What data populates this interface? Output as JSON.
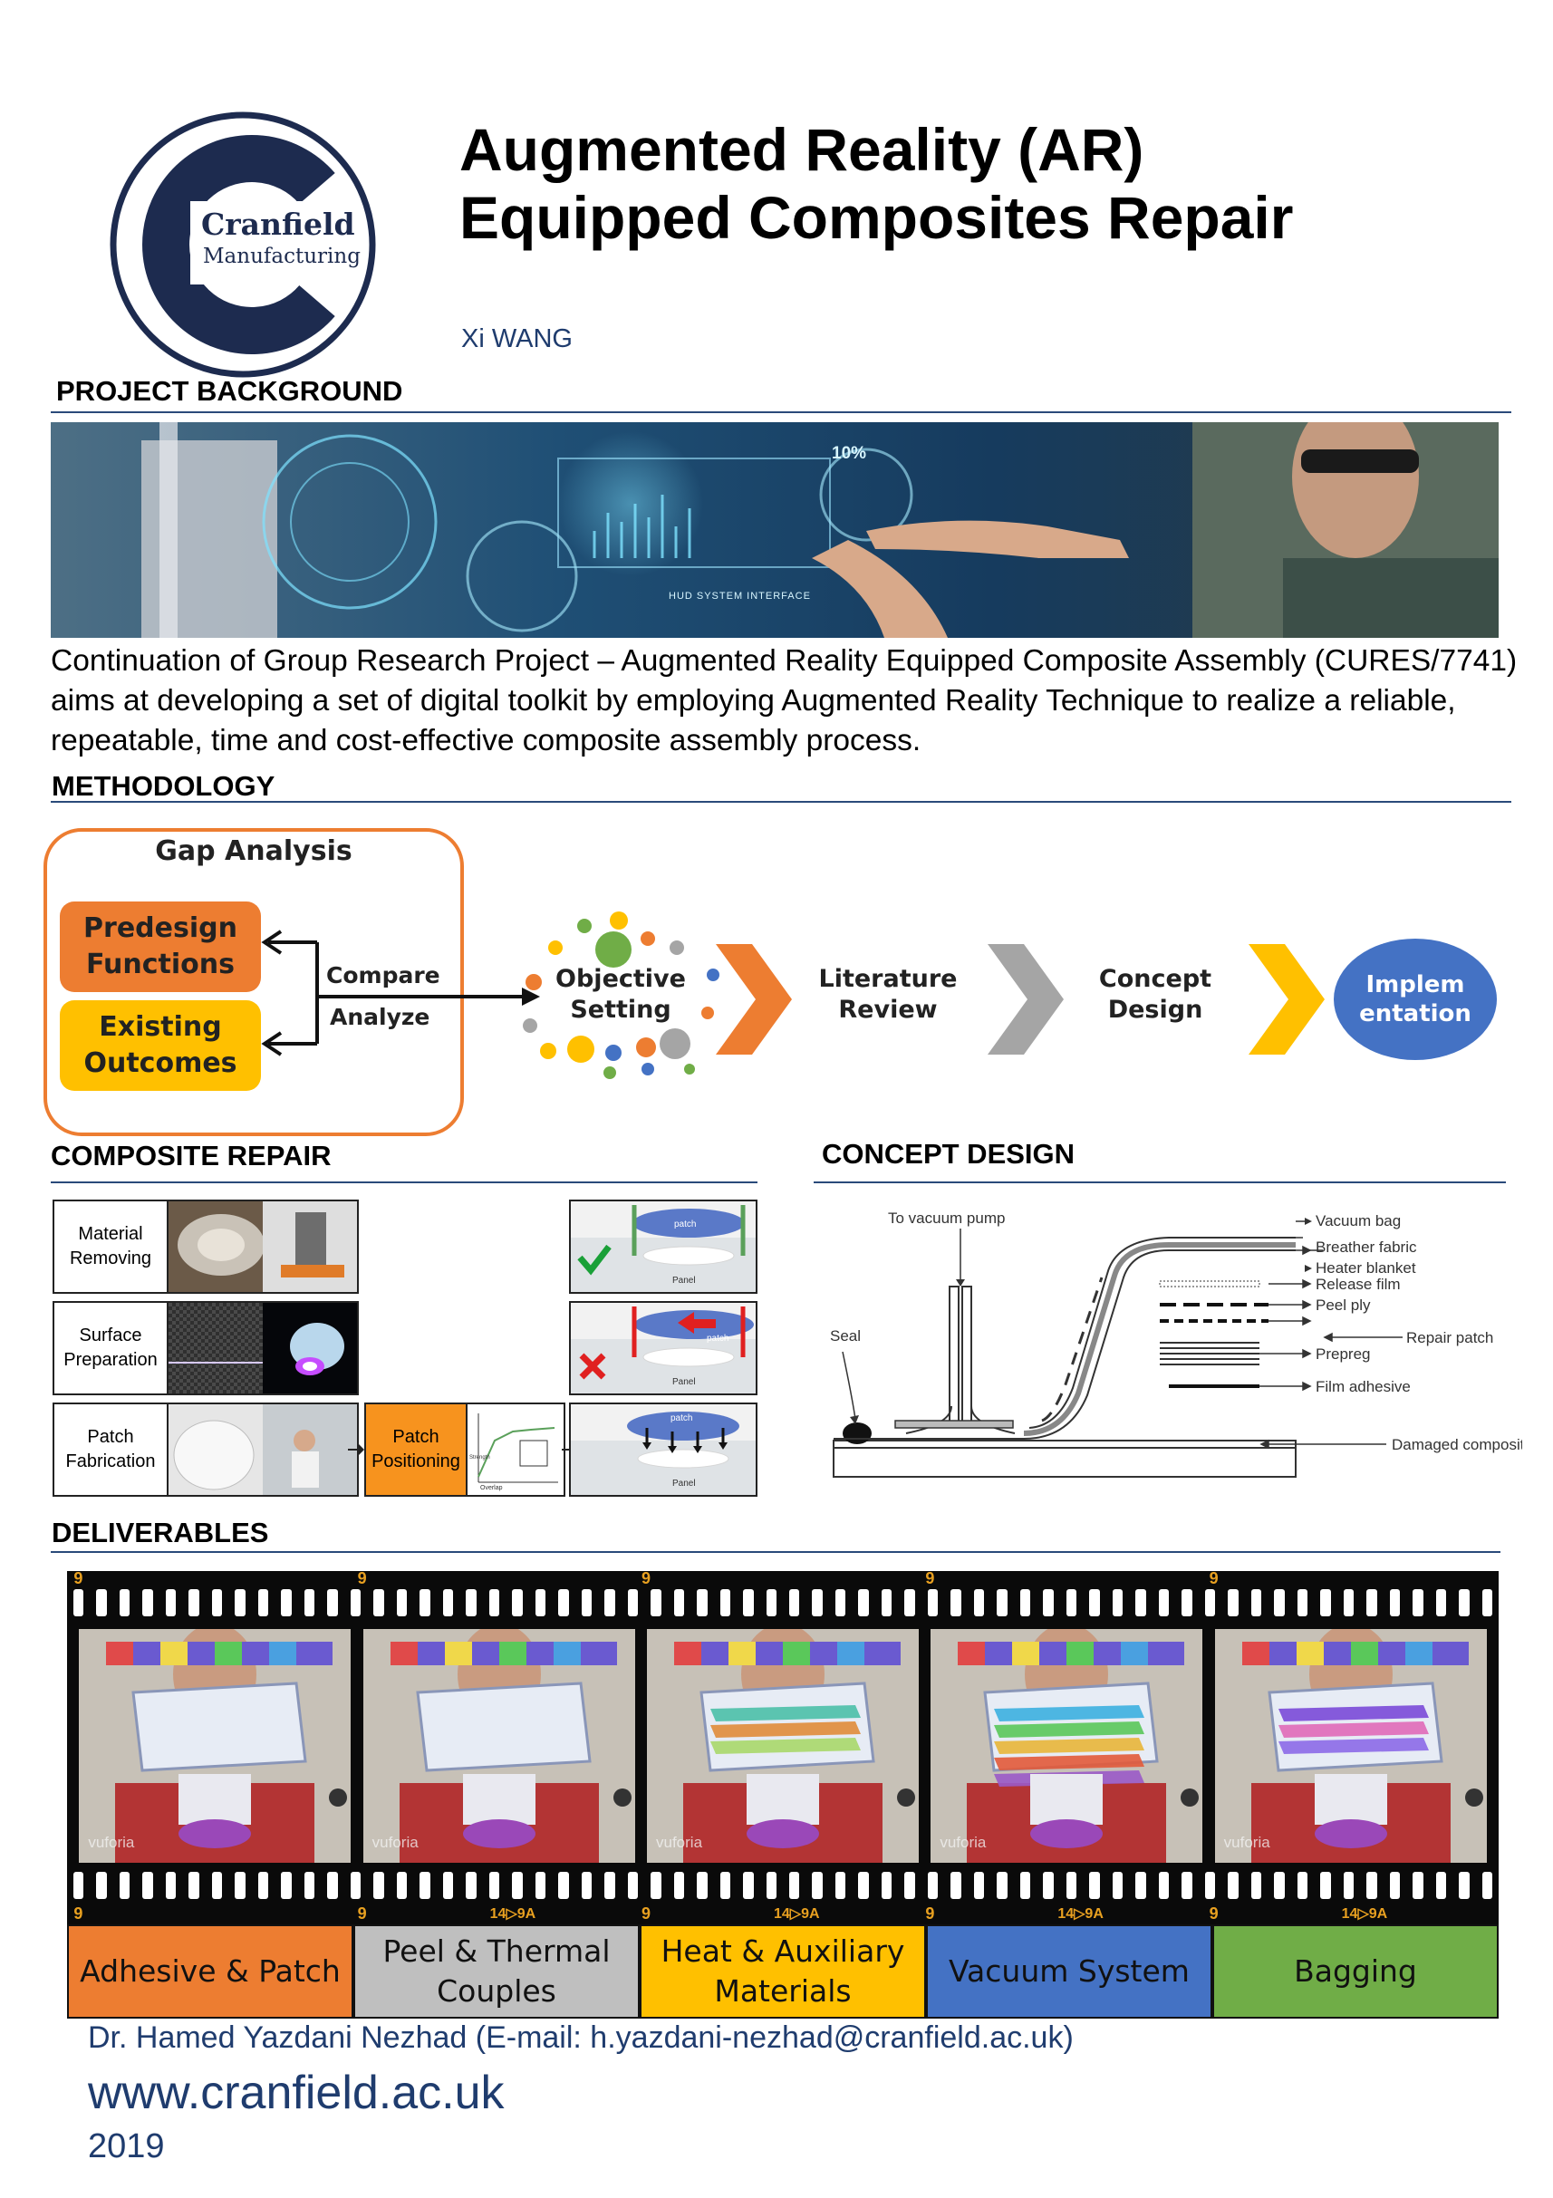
{
  "logo": {
    "line1": "Cranfield",
    "line2": "Manufacturing"
  },
  "title": {
    "line1": "Augmented Reality (AR)",
    "line2": "Equipped Composites Repair"
  },
  "author": "Xi WANG",
  "sections": {
    "background": "PROJECT BACKGROUND",
    "methodology": "METHODOLOGY",
    "composite_repair": "COMPOSITE REPAIR",
    "concept_design": "CONCEPT DESIGN",
    "deliverables": "DELIVERABLES"
  },
  "background_text": "Continuation of Group Research Project – Augmented Reality Equipped Composite Assembly (CURES/7741) aims at developing a set of digital toolkit by employing Augmented Reality Technique to realize a reliable, repeatable, time and cost-effective composite assembly process.",
  "hero_overlay": {
    "percent": "10%",
    "hud": "HUD SYSTEM INTERFACE"
  },
  "methodology": {
    "gap_title": "Gap Analysis",
    "predesign": [
      "Predesign",
      "Functions"
    ],
    "existing": [
      "Existing",
      "Outcomes"
    ],
    "compare": "Compare",
    "analyze": "Analyze",
    "objective": [
      "Objective",
      "Setting"
    ],
    "literature": [
      "Literature",
      "Review"
    ],
    "concept": [
      "Concept",
      "Design"
    ],
    "implementation": [
      "Implem",
      "entation"
    ],
    "colors": {
      "orange": "#ed7d31",
      "yellow": "#ffc000",
      "gray": "#a5a5a5",
      "blue": "#4472c4",
      "green": "#70ad47"
    }
  },
  "repair": {
    "material": [
      "Material",
      "Removing"
    ],
    "surface": [
      "Surface",
      "Preparation"
    ],
    "fabrication": [
      "Patch",
      "Fabrication"
    ],
    "positioning": [
      "Patch",
      "Positioning"
    ],
    "patch_word": "patch",
    "panel_word": "Panel",
    "curve_label": "Strength",
    "curve_label2": "Overlap"
  },
  "concept": {
    "vacuum_pump": "To vacuum pump",
    "seal": "Seal",
    "layers": [
      "Vacuum bag",
      "Breather fabric",
      "Heater blanket",
      "Release film",
      "Peel ply",
      "Prepreg",
      "Film adhesive",
      "Damaged composite"
    ],
    "repair_patch": "Repair patch"
  },
  "deliverables": {
    "frame_number": "9",
    "frame_code": "14▷9A",
    "watermark": "vuforia",
    "categories": [
      {
        "label": [
          "Adhesive & Patch"
        ],
        "color": "#ed7d31"
      },
      {
        "label": [
          "Peel & Thermal",
          "Couples"
        ],
        "color": "#bfbfbf"
      },
      {
        "label": [
          "Heat & Auxiliary",
          "Materials"
        ],
        "color": "#ffc000"
      },
      {
        "label": [
          "Vacuum System"
        ],
        "color": "#4472c4"
      },
      {
        "label": [
          "Bagging"
        ],
        "color": "#70ad47"
      }
    ]
  },
  "footer": {
    "contact": "Dr. Hamed Yazdani Nezhad (E-mail: h.yazdani-nezhad@cranfield.ac.uk)",
    "url": "www.cranfield.ac.uk",
    "year": "2019"
  }
}
